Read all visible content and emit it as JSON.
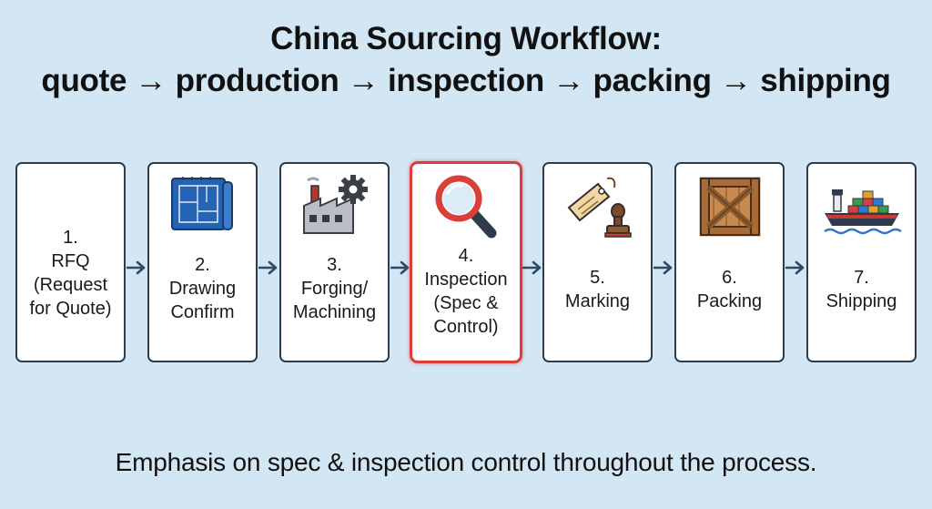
{
  "title": {
    "line1": "China Sourcing Workflow:",
    "line2": "quote → production → inspection → packing → shipping"
  },
  "steps": [
    {
      "label_lines": [
        "1.",
        "RFQ",
        "(Request",
        "for Quote)"
      ],
      "icon": "none",
      "highlighted": false
    },
    {
      "label_lines": [
        "2.",
        "Drawing",
        "Confirm"
      ],
      "icon": "blueprint-icon",
      "highlighted": false
    },
    {
      "label_lines": [
        "3.",
        "Forging/",
        "Machining"
      ],
      "icon": "factory-gear-icon",
      "highlighted": false
    },
    {
      "label_lines": [
        "4.",
        "Inspection",
        "(Spec &",
        "Control)"
      ],
      "icon": "magnifier-icon",
      "highlighted": true
    },
    {
      "label_lines": [
        "5.",
        "Marking"
      ],
      "icon": "tag-stamp-icon",
      "highlighted": false
    },
    {
      "label_lines": [
        "6.",
        "Packing"
      ],
      "icon": "wooden-crate-icon",
      "highlighted": false
    },
    {
      "label_lines": [
        "7.",
        "Shipping"
      ],
      "icon": "cargo-ship-icon",
      "highlighted": false
    }
  ],
  "footer": "Emphasis on spec & inspection control throughout the process.",
  "colors": {
    "background": "#d2e6f4",
    "card_border": "#2f3b4b",
    "highlight_border": "#e03b38",
    "arrow": "#2f4a66"
  }
}
